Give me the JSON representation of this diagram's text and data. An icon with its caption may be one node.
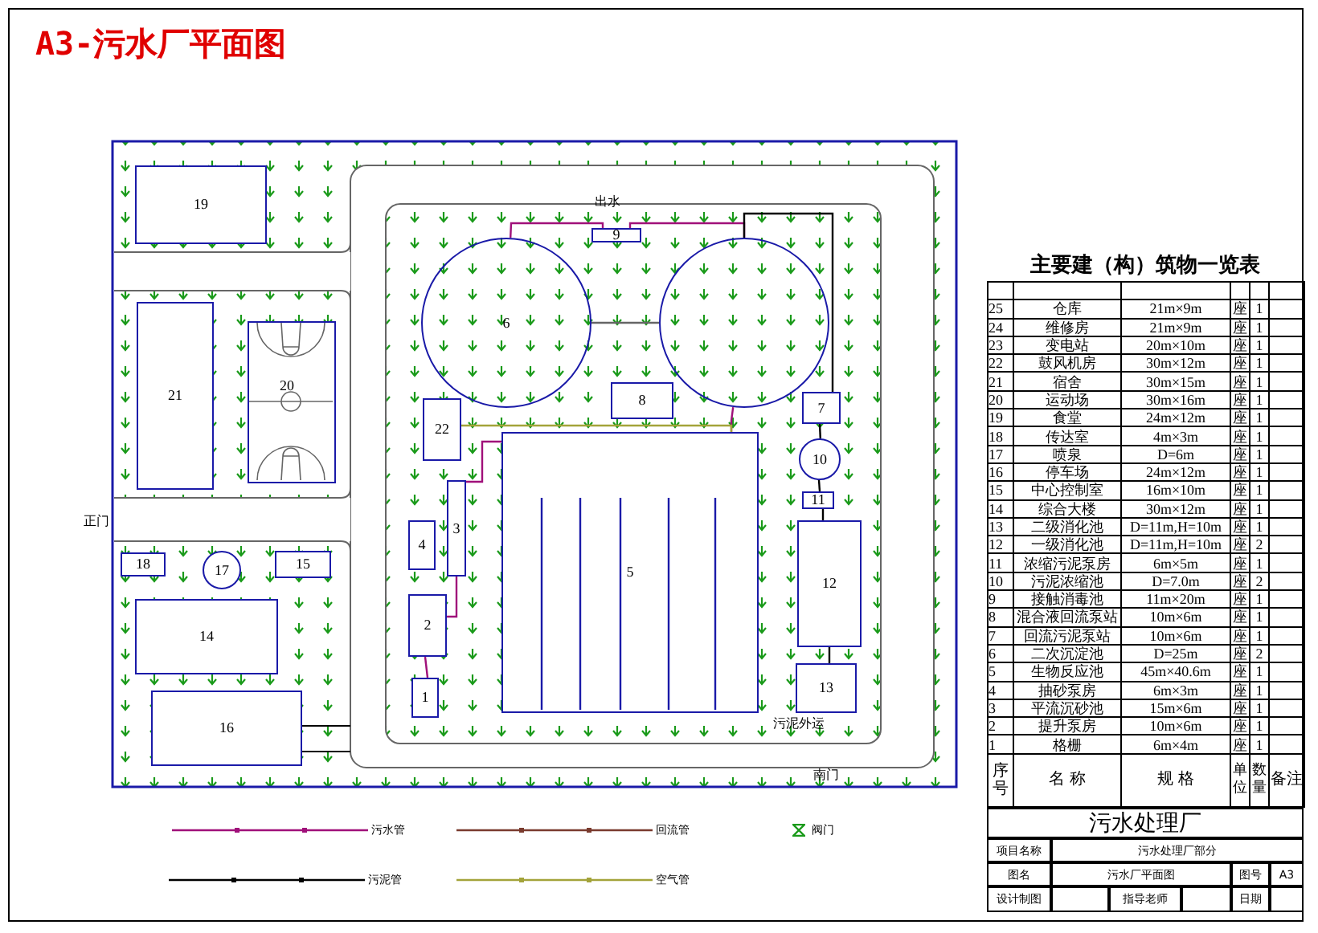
{
  "diagram": {
    "title": "A3-污水厂平面图",
    "nodes": [
      {
        "text": [
          "19"
        ]
      },
      {
        "text": [
          "9"
        ]
      },
      {
        "text": [
          "6"
        ]
      },
      {
        "text": [],
        "shape": "circle"
      },
      {
        "text": [
          "21"
        ]
      },
      {
        "text": [
          "20"
        ]
      },
      {
        "text": [
          "8"
        ]
      },
      {
        "text": [
          "22"
        ]
      },
      {
        "text": [
          "7"
        ]
      },
      {
        "text": [
          "10"
        ]
      },
      {
        "text": [
          "5"
        ]
      },
      {
        "text": [
          "11"
        ]
      },
      {
        "text": [
          "3"
        ]
      },
      {
        "text": [
          "4"
        ]
      },
      {
        "text": [
          "18"
        ]
      },
      {
        "text": [
          "17"
        ]
      },
      {
        "text": [
          "15"
        ]
      },
      {
        "text": [
          "12"
        ]
      },
      {
        "text": [
          "2"
        ]
      },
      {
        "text": [
          "14"
        ]
      },
      {
        "text": [
          "13"
        ]
      },
      {
        "text": [
          "1"
        ]
      },
      {
        "text": [
          "16"
        ]
      }
    ],
    "edges": [
      {
        "from": 21,
        "to": 18,
        "arrow": "none"
      },
      {
        "from": 18,
        "to": 12,
        "arrow": "none"
      },
      {
        "from": 12,
        "to": 10,
        "arrow": "none"
      },
      {
        "from": 10,
        "to": 3,
        "arrow": "none"
      },
      {
        "from": 2,
        "to": 1,
        "arrow": "none"
      },
      {
        "from": 3,
        "to": 1,
        "arrow": "none"
      },
      {
        "from": 3,
        "to": 8,
        "arrow": "none",
        "color": "#000000"
      },
      {
        "from": 8,
        "to": 9,
        "arrow": "none",
        "color": "#000000"
      },
      {
        "from": 9,
        "to": 11,
        "arrow": "none",
        "color": "#000000"
      },
      {
        "from": 11,
        "to": 17,
        "arrow": "none",
        "color": "#000000"
      },
      {
        "from": 17,
        "to": 20,
        "arrow": "none",
        "color": "#000000"
      },
      {
        "from": 7,
        "to": 10,
        "arrow": "none",
        "color": "#a3a33a"
      },
      {
        "from": 2,
        "to": 3,
        "arrow": "none",
        "color": "#666666"
      }
    ],
    "labels": [
      "出水",
      "正门",
      "污泥外运",
      "南门",
      "主要建（构）筑物一览表",
      "25",
      "仓库",
      "21m×9m",
      "座",
      "1",
      "24",
      "维修房",
      "21m×9m",
      "座",
      "1",
      "23",
      "变电站",
      "20m×10m",
      "座",
      "1",
      "22",
      "鼓风机房",
      "30m×12m",
      "座",
      "1",
      "21",
      "宿舍",
      "30m×15m",
      "座",
      "1",
      "20",
      "运动场",
      "30m×16m",
      "座",
      "1",
      "19",
      "食堂",
      "24m×12m",
      "座",
      "1",
      "18",
      "传达室",
      "4m×3m",
      "座",
      "1",
      "17",
      "喷泉",
      "D=6m",
      "座",
      "1",
      "16",
      "停车场",
      "24m×12m",
      "座",
      "1",
      "15",
      "中心控制室",
      "16m×10m",
      "座",
      "1",
      "14",
      "综合大楼",
      "30m×12m",
      "座",
      "1",
      "13",
      "二级消化池",
      "D=11m,H=10m",
      "座",
      "1",
      "12",
      "一级消化池",
      "D=11m,H=10m",
      "座",
      "2",
      "11",
      "浓缩污泥泵房",
      "6m×5m",
      "座",
      "1",
      "10",
      "污泥浓缩池",
      "D=7.0m",
      "座",
      "2",
      "9",
      "接触消毒池",
      "11m×20m",
      "座",
      "1",
      "8",
      "混合液回流泵站",
      "10m×6m",
      "座",
      "1",
      "7",
      "回流污泥泵站",
      "10m×6m",
      "座",
      "1",
      "6",
      "二次沉淀池",
      "D=25m",
      "座",
      "2",
      "5",
      "生物反应池",
      "45m×40.6m",
      "座",
      "1",
      "4",
      "抽砂泵房",
      "6m×3m",
      "座",
      "1",
      "3",
      "平流沉砂池",
      "15m×6m",
      "座",
      "1",
      "2",
      "提升泵房",
      "10m×6m",
      "座",
      "1",
      "1",
      "格栅",
      "6m×4m",
      "座",
      "1",
      "序号",
      "名 称",
      "规 格",
      "单位",
      "数量",
      "备注",
      "污水处理厂",
      "项目名称",
      "污水处理厂部分",
      "图名",
      "污水厂平面图",
      "图号",
      "A3",
      "设计制图",
      "指导老师",
      "日期"
    ],
    "legend": [
      {
        "text": "污水管"
      },
      {
        "text": "回流管"
      },
      {
        "text": "阀门"
      },
      {
        "text": "污泥管"
      },
      {
        "text": "空气管"
      }
    ]
  }
}
